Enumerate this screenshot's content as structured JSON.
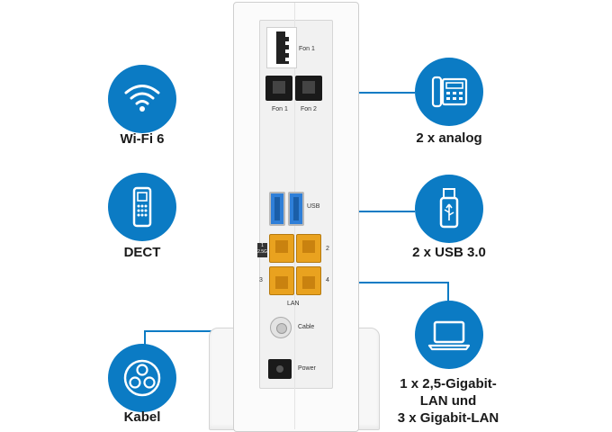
{
  "features": {
    "wifi": {
      "label": "Wi-Fi 6",
      "icon": "wifi-icon"
    },
    "dect": {
      "label": "DECT",
      "icon": "handset-icon"
    },
    "kabel": {
      "label": "Kabel",
      "icon": "coax-icon"
    },
    "analog": {
      "label": "2 x analog",
      "icon": "phone-icon"
    },
    "usb": {
      "label": "2 x USB 3.0",
      "icon": "usb-stick-icon"
    },
    "lan": {
      "line1": "1 x 2,5-Gigabit-",
      "line2": "LAN und",
      "line3": "3 x Gigabit-LAN",
      "icon": "laptop-icon"
    }
  },
  "device": {
    "fon1_top": "Fon 1",
    "fon1": "Fon 1",
    "fon2": "Fon 2",
    "usb": "USB",
    "lan_badge_top": "1",
    "lan_badge_bottom": "2.5G",
    "port2": "2",
    "port3": "3",
    "port4": "4",
    "lan": "LAN",
    "cable": "Cable",
    "power": "Power"
  },
  "colors": {
    "accent": "#0b7bc4",
    "lan_port": "#e9a21f",
    "usb_port": "#2f7fd8"
  }
}
